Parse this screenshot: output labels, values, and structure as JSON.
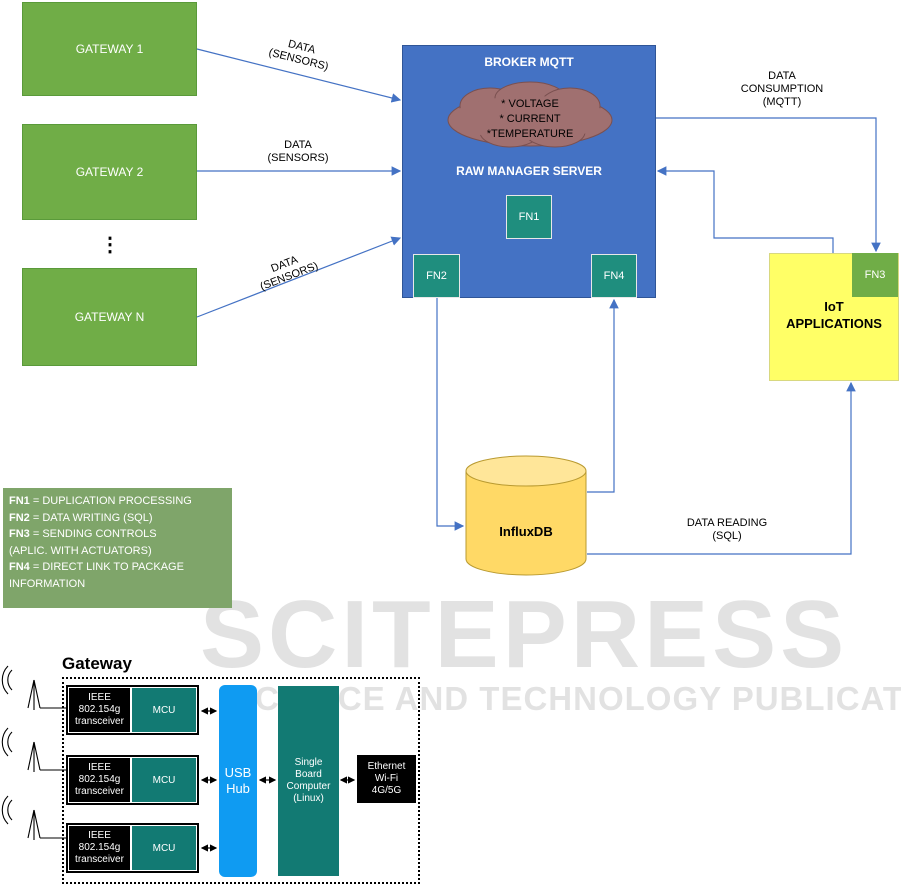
{
  "gateways": [
    "GATEWAY 1",
    "GATEWAY 2",
    "GATEWAY N"
  ],
  "vdots": "⋮",
  "data_labels": {
    "g1": [
      "DATA",
      "(SENSORS)"
    ],
    "g2": [
      "DATA",
      "(SENSORS)"
    ],
    "gn": [
      "DATA",
      "(SENSORS)"
    ],
    "consumption": [
      "DATA",
      "CONSUMPTION",
      "(MQTT)"
    ],
    "reading": [
      "DATA READING",
      "(SQL)"
    ]
  },
  "broker": {
    "title": "BROKER MQTT",
    "cloud": [
      "* VOLTAGE",
      "* CURRENT",
      "*TEMPERATURE"
    ],
    "server": "RAW MANAGER SERVER",
    "fn1": "FN1",
    "fn2": "FN2",
    "fn4": "FN4"
  },
  "iot": {
    "fn3": "FN3",
    "title_line1": "IoT",
    "title_line2": "APPLICATIONS"
  },
  "influx": "InfluxDB",
  "legend": [
    {
      "key": "FN1",
      "text": " = DUPLICATION PROCESSING"
    },
    {
      "key": "FN2",
      "text": " = DATA WRITING (SQL)"
    },
    {
      "key": "FN3",
      "text": " = SENDING CONTROLS"
    },
    {
      "key": "",
      "text": "(APLIC. WITH ACTUATORS)"
    },
    {
      "key": "FN4",
      "text": " = DIRECT LINK TO PACKAGE"
    },
    {
      "key": "",
      "text": "INFORMATION"
    }
  ],
  "gateway_detail": {
    "title": "Gateway",
    "transceiver": [
      "IEEE",
      "802.154g",
      "transceiver"
    ],
    "mcu": "MCU",
    "usb": [
      "USB",
      "Hub"
    ],
    "sbc": [
      "Single",
      "Board",
      "Computer",
      "(Linux)"
    ],
    "eth": [
      "Ethernet",
      "Wi-Fi",
      "4G/5G"
    ]
  },
  "watermark": {
    "main": "SCITEPRESS",
    "sub": "SCIENCE AND TECHNOLOGY PUBLICATIONS"
  },
  "colors": {
    "gateway_green": "#70AD47",
    "broker_blue": "#4472C4",
    "fn_teal": "#1F8E7E",
    "iot_yellow": "#FFFF66",
    "influx_yellow": "#FFD966",
    "cloud_mauve": "#A07070",
    "arrow_blue": "#4472C4",
    "usb_blue": "#0F9BF2",
    "sbc_teal": "#127A73"
  }
}
